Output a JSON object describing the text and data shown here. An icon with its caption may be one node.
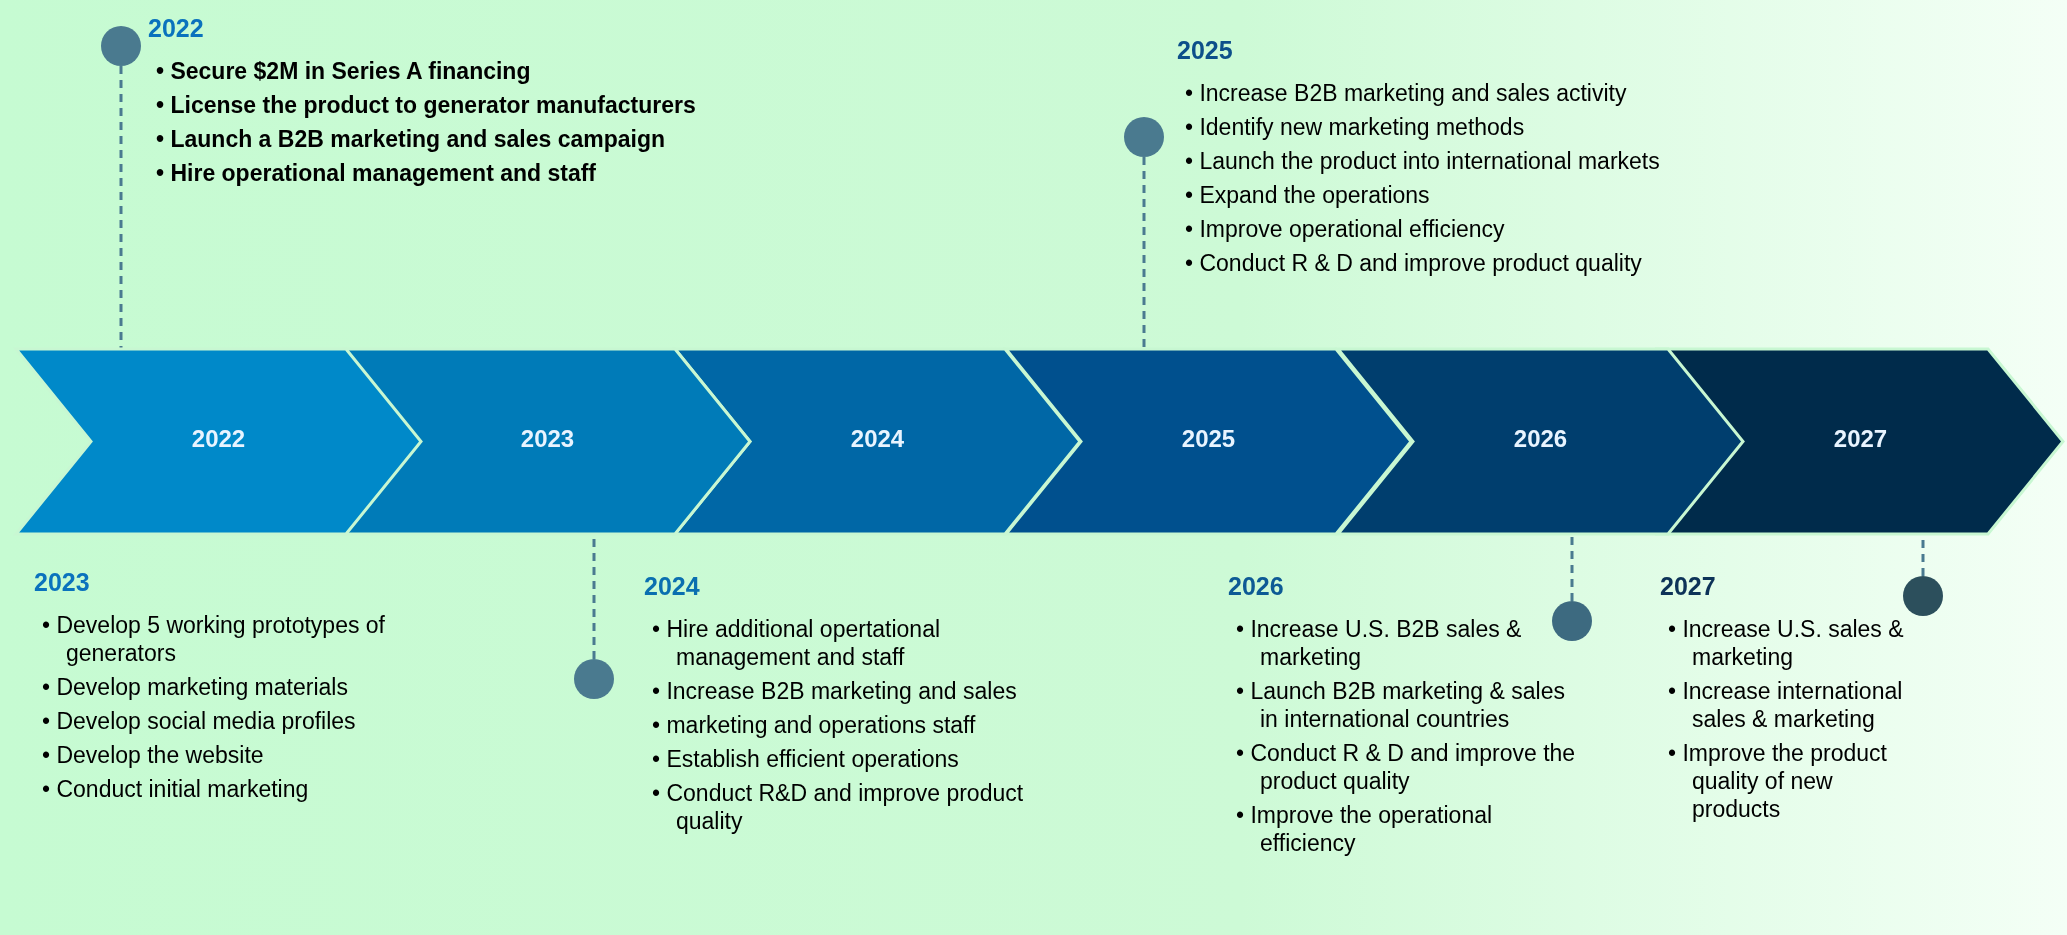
{
  "diagram": {
    "nodes": [
      {
        "text": [
          "2022",
          "• Secure $2M in Series A financing",
          "• License the product to generator manufacturers",
          "• Launch a B2B marketing and sales campaign",
          "• Hire operational management and staff"
        ]
      },
      {
        "text": [],
        "shape": "circle"
      },
      {
        "text": [
          "2025",
          "• Increase B2B marketing and sales activity",
          "• Identify new marketing methods",
          "• Launch the product into international markets",
          "• Expand the operations",
          "• Improve operational efficiency",
          "• Conduct R & D and improve product quality"
        ]
      },
      {
        "text": [],
        "shape": "circle"
      },
      {
        "text": [
          "2022"
        ]
      },
      {
        "text": [
          "2023"
        ]
      },
      {
        "text": [
          "2024"
        ]
      },
      {
        "text": [
          "2025"
        ]
      },
      {
        "text": [
          "2026"
        ]
      },
      {
        "text": [
          "2027"
        ]
      },
      {
        "text": [
          "2023",
          "• Develop 5 working prototypes of generators",
          "• Develop marketing materials",
          "• Develop social media profiles",
          "• Develop the website",
          "• Conduct initial marketing"
        ]
      },
      {
        "text": [],
        "shape": "circle"
      },
      {
        "text": [
          "2024",
          "• Hire additional opertational management and staff",
          "• Increase B2B marketing and sales",
          "• marketing and operations staff",
          "• Establish efficient operations",
          "• Conduct R&D and improve product quality"
        ]
      },
      {
        "text": [
          "2026",
          "• Increase U.S. B2B sales & marketing",
          "• Launch B2B marketing & sales in international countries",
          "• Conduct R & D and improve the product quality",
          "• Improve the operational efficiency"
        ]
      },
      {
        "text": [],
        "shape": "circle"
      },
      {
        "text": [
          "2027",
          "• Increase U.S. sales & marketing",
          "• Increase international sales & marketing",
          "• Improve the product quality of new products"
        ]
      },
      {
        "text": [],
        "shape": "circle"
      }
    ],
    "edges": [
      {
        "from": 1,
        "to": 4,
        "arrow": "none",
        "style": "dashed"
      },
      {
        "from": 3,
        "to": 7,
        "arrow": "none",
        "style": "dashed"
      },
      {
        "from": 11,
        "to": 5,
        "arrow": "none",
        "style": "dashed"
      },
      {
        "from": 14,
        "to": 8,
        "arrow": "none",
        "style": "dashed"
      },
      {
        "from": 16,
        "to": 9,
        "arrow": "none",
        "style": "dashed"
      }
    ]
  }
}
